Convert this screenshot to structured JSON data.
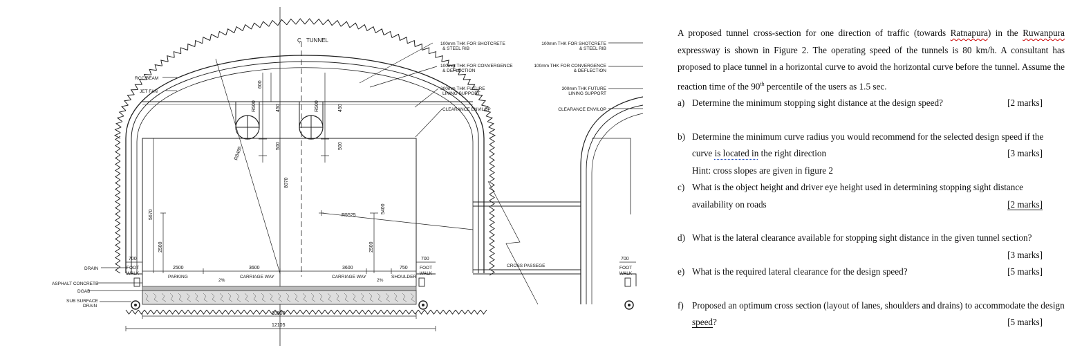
{
  "figure": {
    "centerline_label": "TUNNEL",
    "left_labels": [
      "RCC BEAM",
      "JET FAN",
      "DRAIN",
      "ASPHALT CONCRETE",
      "DGAB",
      "SUB SURFACE",
      "DRAIN"
    ],
    "right_callouts": [
      "100mm THK FOR SHOTCRETE",
      "& STEEL RIB",
      "100mm THK FOR CONVERGENCE",
      "& DEFLECTION",
      "300mm THK FUTURE",
      "LINING SUPPORT",
      "CLEARANCE ENVILOP"
    ],
    "mid_callouts": [
      "100mm THK FOR SHOTCRETE",
      "& STEEL RIB",
      "100mm THK FOR CONVERGENCE",
      "& DEFLECTION",
      "300mm THK FUTURE",
      "LINING SUPPORT",
      "CLEARANCE ENVILOP"
    ],
    "dims": {
      "d700a": "700",
      "d2500": "2500",
      "d3600a": "3600",
      "d3600b": "3600",
      "d750": "750",
      "d700b": "700",
      "d10500": "10500",
      "d12105": "12105",
      "d5670": "5670",
      "d2500v": "2500",
      "d2500v2": "2500",
      "d8070": "8070",
      "d5400": "5400",
      "d600": "600",
      "d450a": "450",
      "d450b": "450",
      "d500a": "500",
      "d500b": "500",
      "r500a": "R500",
      "r500b": "R500",
      "r5525": "R5525",
      "r8485": "R8485",
      "d700c": "700"
    },
    "zone_labels": {
      "foot_walk_l": "FOOT",
      "foot_walk_l2": "WALK",
      "parking": "PARKING",
      "carriage_l": "CARRIAGE WAY",
      "carriage_r": "CARRIAGE WAY",
      "shoulder": "SHOULDER",
      "foot_walk_r": "FOOT",
      "foot_walk_r2": "WALK",
      "foot_walk_2": "FOOT",
      "foot_walk_2b": "WALK",
      "slope_l": "2%",
      "slope_r": "2%",
      "cross_passage": "CROSS PASSEGE"
    }
  },
  "questions": {
    "intro": [
      "A proposed tunnel cross-section for one direction of traffic (towards ",
      "Ratnapura",
      ") in the ",
      "Ruwanpura",
      " expressway is shown in Figure 2. The operating speed of the tunnels is 80 km/h.  A consultant has proposed to place tunnel ",
      "in",
      " a horizontal curve to avoid the horizontal curve before the tunnel. Assume the reaction time of the 90",
      "th",
      " percentile of the users as 1.5 sec."
    ],
    "a": {
      "label": "a)",
      "text": "Determine the minimum stopping sight distance at the design speed?",
      "marks": "[2 marks]"
    },
    "b": {
      "label": "b)",
      "text1": "Determine the minimum curve radius you would recommend for the selected design speed if the curve ",
      "text_u": "is located in",
      "text2": " the right direction",
      "marks": "[3 marks]",
      "hint": "Hint: cross slopes are given in figure 2"
    },
    "c": {
      "label": "c)",
      "text": "What is the object height and driver eye height used in determining stopping sight distance availability on roads",
      "marks": "[2 marks]"
    },
    "d": {
      "label": "d)",
      "text": "What is the lateral clearance available for stopping sight distance in the given tunnel section?",
      "marks": "[3 marks]"
    },
    "e": {
      "label": "e)",
      "text": "What is the required lateral clearance for the design speed?",
      "marks": "[5 marks]"
    },
    "f": {
      "label": "f)",
      "text1": "Proposed an optimum cross section (layout of lanes, shoulders and drains) to accommodate the design ",
      "text_u": "speed",
      "text2": "?",
      "marks": "[5 marks]"
    }
  }
}
